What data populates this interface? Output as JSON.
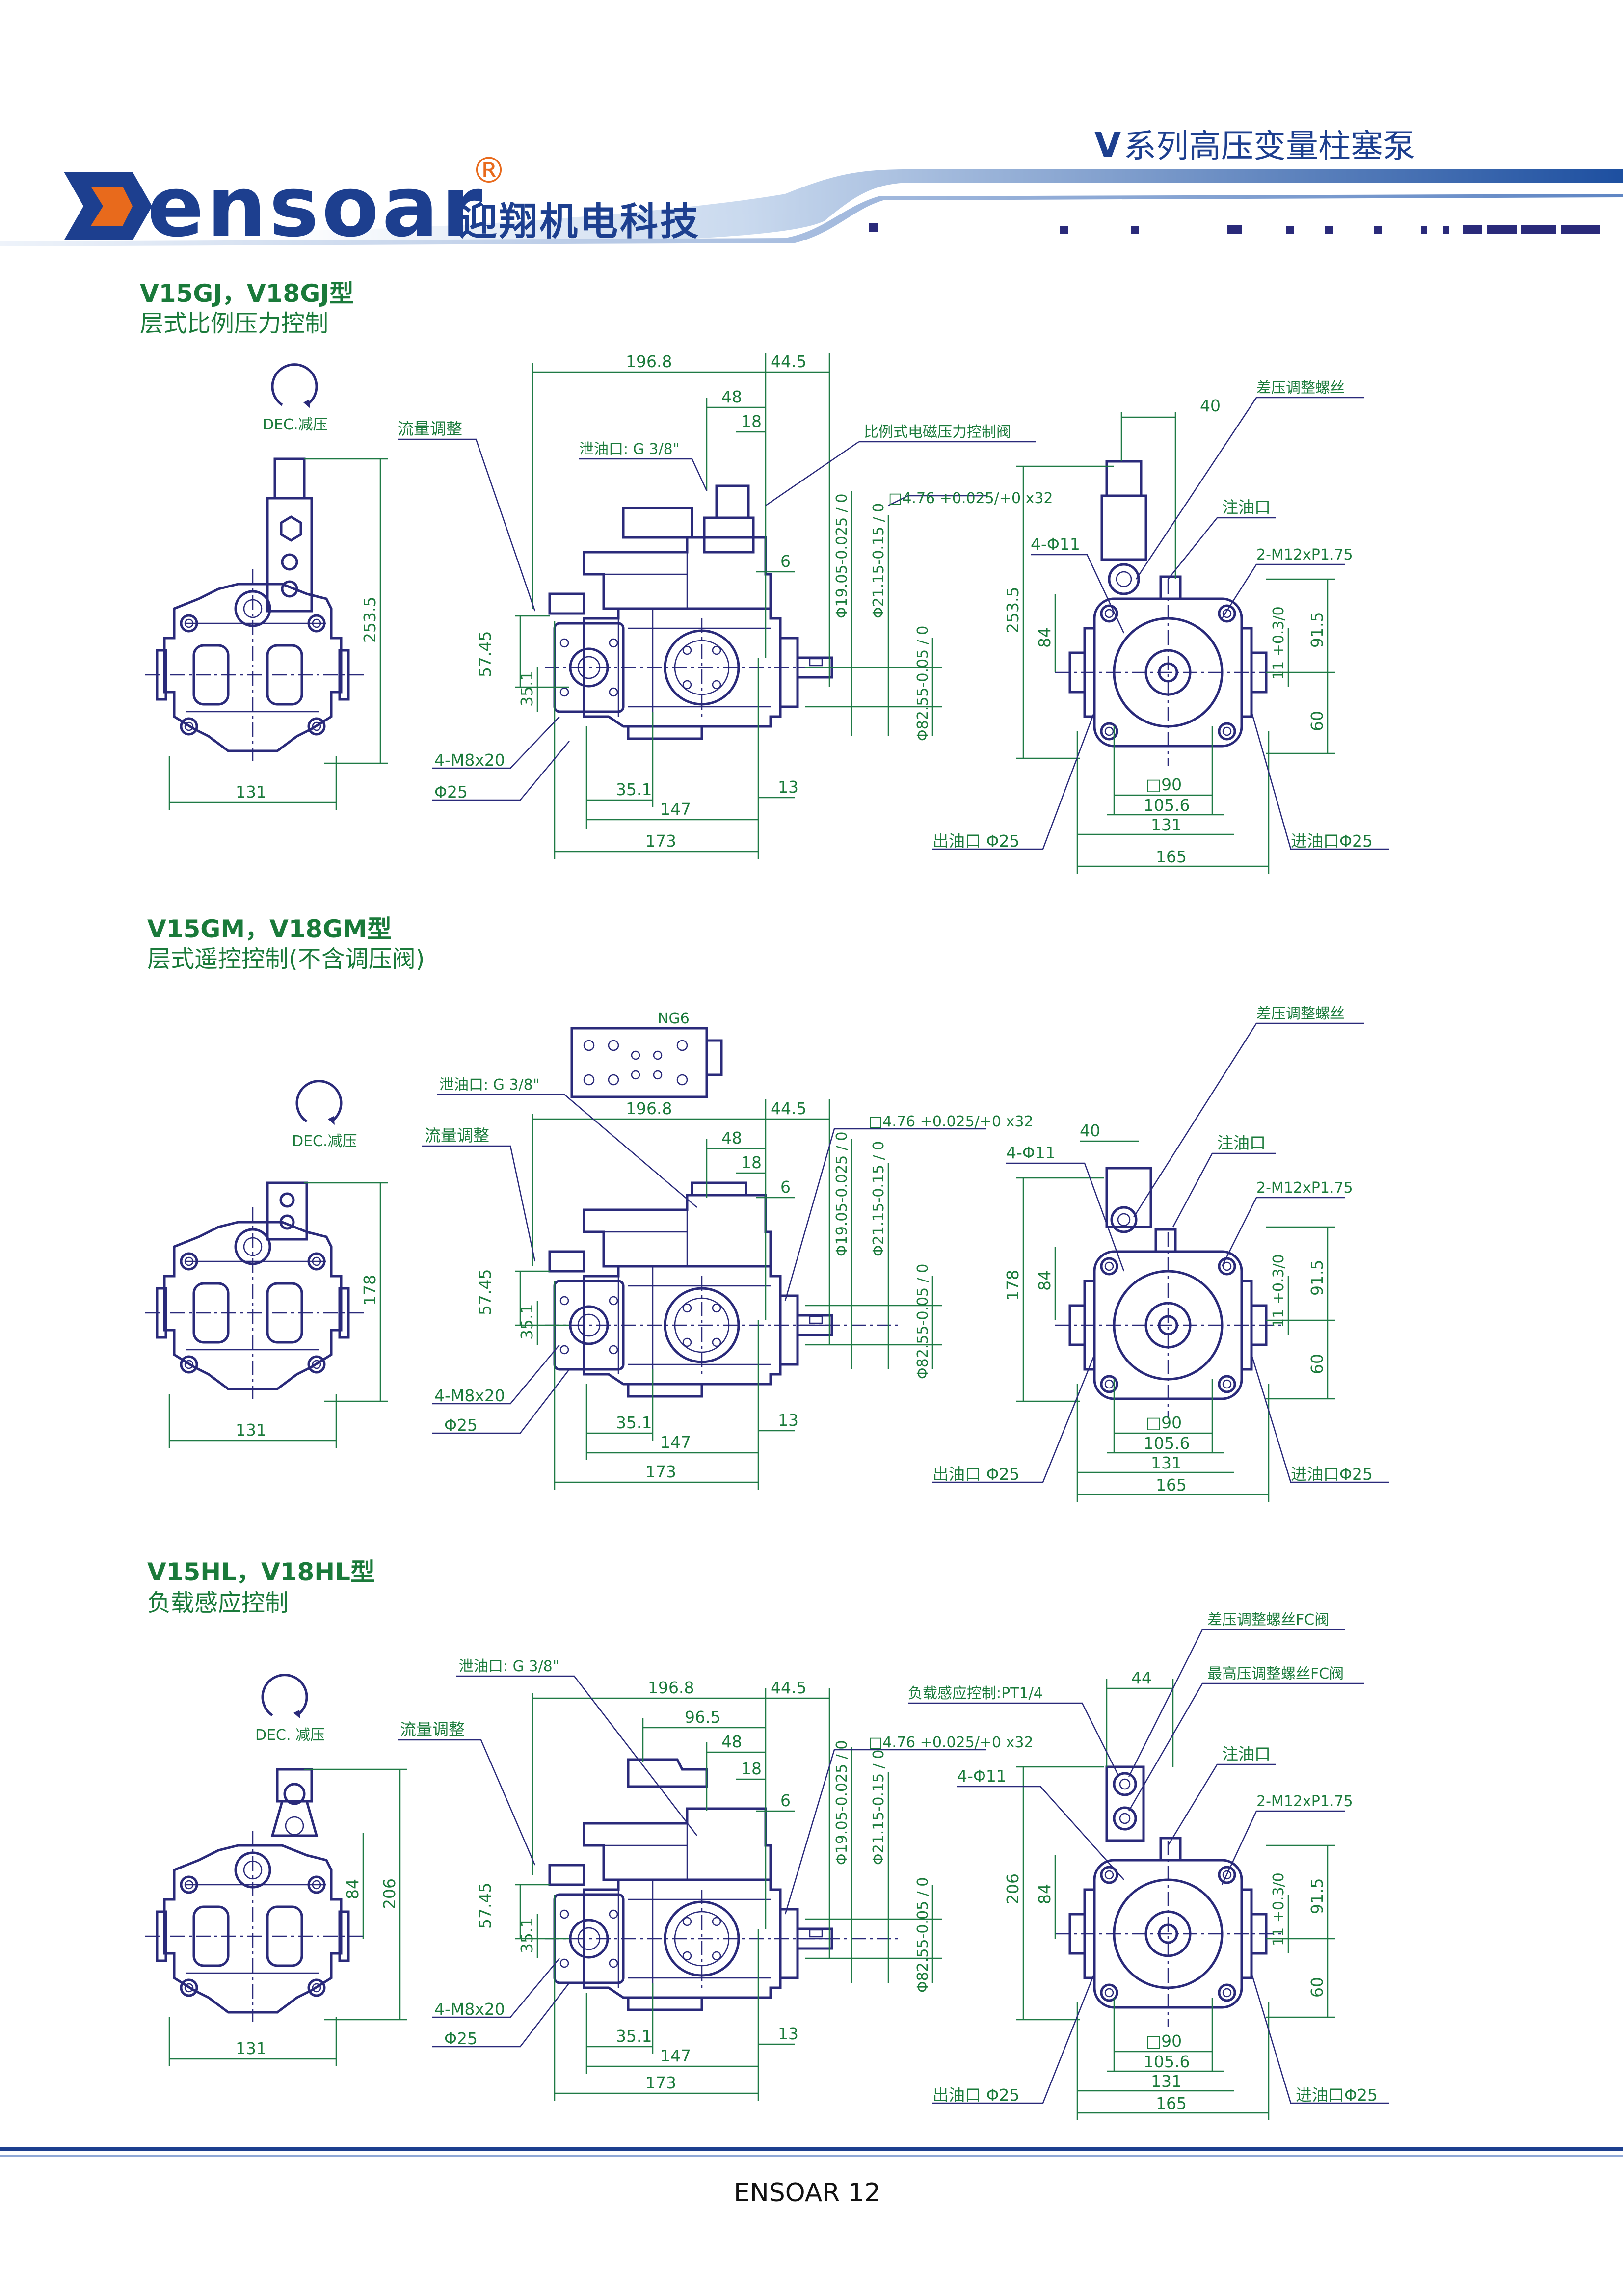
{
  "header": {
    "brand": "ensoar",
    "registered": "®",
    "company_cn": "迎翔机电科技",
    "series_prefix": "V",
    "series_title": "系列高压变量柱塞泵"
  },
  "colors": {
    "brand_blue": "#1d3f8f",
    "brand_orange": "#e86a1c",
    "label_green": "#1a7a3a",
    "drawing_blue": "#2a2a7a"
  },
  "sections": [
    {
      "model": "V15GJ，V18GJ型",
      "desc": "层式比例压力控制",
      "rotation": "DEC.减压",
      "labels": {
        "flow_adjust": "流量调整",
        "drain": "泄油口: G 3/8\"",
        "valve": "比例式电磁压力控制阀",
        "key": "□4.76 +0.025/+0 x32",
        "diffscrew": "差压调整螺丝",
        "fill": "注油口",
        "m12": "2-M12xP1.75",
        "holes": "4-Φ11",
        "bolts": "4-M8x20",
        "phi25": "Φ25",
        "outlet": "出油口 Φ25",
        "inlet": "进油口Φ25",
        "shaft1": "Φ19.05-0.025 / 0",
        "shaft2": "Φ21.15-0.15 / 0",
        "pilot": "Φ82.55-0.05 / 0"
      },
      "dims": {
        "d196_8": "196.8",
        "d44_5": "44.5",
        "d48": "48",
        "d18": "18",
        "d6": "6",
        "d253_5": "253.5",
        "d57_45": "57.45",
        "d35_1": "35.1",
        "d131": "131",
        "d147": "147",
        "d173": "173",
        "d13": "13",
        "d35_1b": "35.1",
        "d40": "40",
        "d84": "84",
        "d91_5": "91.5",
        "d60": "60",
        "d11": "11 +0.3/0",
        "d90": "□90",
        "d105_6": "105.6",
        "d131r": "131",
        "d165": "165",
        "d253r": "253.5"
      }
    },
    {
      "model": "V15GM，V18GM型",
      "desc": "层式遥控控制(不含调压阀)",
      "rotation": "DEC.减压",
      "ng": "NG6",
      "labels": {
        "flow_adjust": "流量调整",
        "drain": "泄油口: G 3/8\"",
        "key": "□4.76 +0.025/+0 x32",
        "diffscrew": "差压调整螺丝",
        "fill": "注油口",
        "m12": "2-M12xP1.75",
        "holes": "4-Φ11",
        "bolts": "4-M8x20",
        "phi25": "Φ25",
        "outlet": "出油口 Φ25",
        "inlet": "进油口Φ25",
        "shaft1": "Φ19.05-0.025 / 0",
        "shaft2": "Φ21.15-0.15 / 0",
        "pilot": "Φ82.55-0.05 / 0"
      },
      "dims": {
        "d196_8": "196.8",
        "d44_5": "44.5",
        "d48": "48",
        "d18": "18",
        "d6": "6",
        "d178": "178",
        "d57_45": "57.45",
        "d35_1": "35.1",
        "d131": "131",
        "d147": "147",
        "d173": "173",
        "d13": "13",
        "d35_1b": "35.1",
        "d40": "40",
        "d84": "84",
        "d91_5": "91.5",
        "d60": "60",
        "d11": "11 +0.3/0",
        "d90": "□90",
        "d105_6": "105.6",
        "d131r": "131",
        "d165": "165",
        "d178r": "178"
      }
    },
    {
      "model": "V15HL，V18HL型",
      "desc": "负载感应控制",
      "rotation": "DEC. 减压",
      "labels": {
        "flow_adjust": "流量调整",
        "drain": "泄油口: G 3/8\"",
        "key": "□4.76 +0.025/+0 x32",
        "diffscrew": "差压调整螺丝FC阀",
        "maxscrew": "最高压调整螺丝FC阀",
        "ls": "负载感应控制:PT1/4",
        "fill": "注油口",
        "m12": "2-M12xP1.75",
        "holes": "4-Φ11",
        "bolts": "4-M8x20",
        "phi25": "Φ25",
        "outlet": "出油口 Φ25",
        "inlet": "进油口Φ25",
        "shaft1": "Φ19.05-0.025 / 0",
        "shaft2": "Φ21.15-0.15 / 0",
        "pilot": "Φ82.55-0.05 / 0"
      },
      "dims": {
        "d196_8": "196.8",
        "d44_5": "44.5",
        "d96_5": "96.5",
        "d48": "48",
        "d18": "18",
        "d6": "6",
        "d206": "206",
        "d84l": "84",
        "d57_45": "57.45",
        "d35_1": "35.1",
        "d131": "131",
        "d147": "147",
        "d173": "173",
        "d13": "13",
        "d35_1b": "35.1",
        "d44": "44",
        "d84": "84",
        "d91_5": "91.5",
        "d60": "60",
        "d11": "11 +0.3/0",
        "d90": "□90",
        "d105_6": "105.6",
        "d131r": "131",
        "d165": "165",
        "d206r": "206"
      }
    }
  ],
  "footer": {
    "text": "ENSOAR  12"
  }
}
